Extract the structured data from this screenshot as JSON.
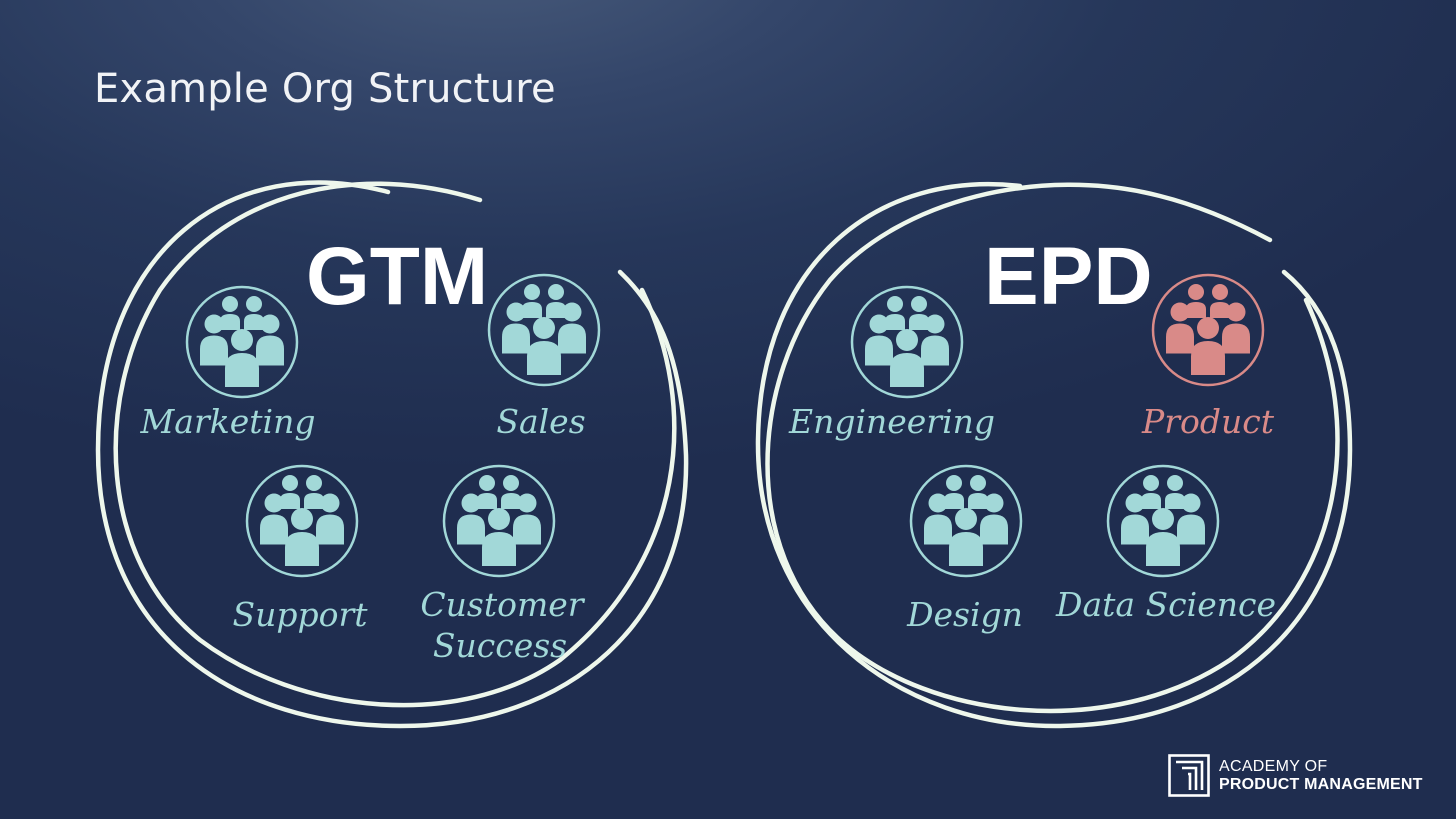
{
  "title": "Example Org Structure",
  "colors": {
    "background": "#24355a",
    "ring": "#eef7ec",
    "team": "#a2d8d8",
    "highlight": "#d98a88",
    "title": "#ffffff"
  },
  "groups": [
    {
      "name": "GTM",
      "teams": [
        {
          "label": "Marketing",
          "icon": "people-group-icon",
          "highlighted": false
        },
        {
          "label": "Sales",
          "icon": "people-group-icon",
          "highlighted": false
        },
        {
          "label": "Support",
          "icon": "people-group-icon",
          "highlighted": false
        },
        {
          "label": "Customer Success",
          "line1": "Customer",
          "line2": "Success",
          "icon": "people-group-icon",
          "highlighted": false
        }
      ]
    },
    {
      "name": "EPD",
      "teams": [
        {
          "label": "Engineering",
          "icon": "people-group-icon",
          "highlighted": false
        },
        {
          "label": "Product",
          "icon": "people-group-icon",
          "highlighted": true
        },
        {
          "label": "Design",
          "icon": "people-group-icon",
          "highlighted": false
        },
        {
          "label": "Data Science",
          "icon": "people-group-icon",
          "highlighted": false
        }
      ]
    }
  ],
  "logo": {
    "line1": "ACADEMY OF",
    "line2": "PRODUCT MANAGEMENT",
    "icon": "academy-logo-icon"
  }
}
